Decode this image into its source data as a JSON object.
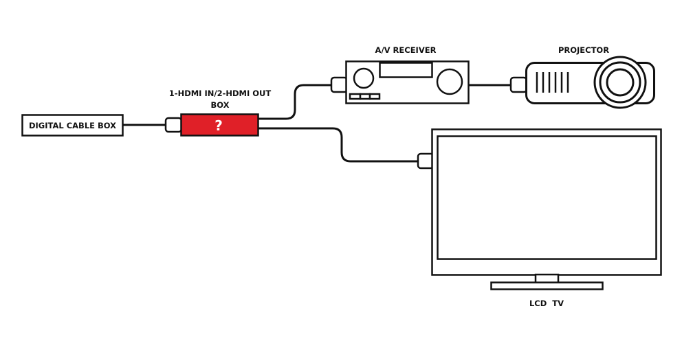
{
  "labels": {
    "cable_box": "DIGITAL CABLE BOX",
    "splitter_line1": "1-HDMI IN/2-HDMI OUT",
    "splitter_line2": "BOX",
    "splitter_symbol": "?",
    "receiver": "A/V RECEIVER",
    "projector": "PROJECTOR",
    "tv": "LCD  TV"
  },
  "colors": {
    "outline": "#111111",
    "splitter_fill": "#e02028",
    "splitter_text": "#ffffff",
    "background": "#ffffff"
  },
  "connections": [
    {
      "from": "DIGITAL CABLE BOX",
      "to": "1-HDMI IN/2-HDMI OUT BOX"
    },
    {
      "from": "1-HDMI IN/2-HDMI OUT BOX",
      "to": "A/V RECEIVER"
    },
    {
      "from": "A/V RECEIVER",
      "to": "PROJECTOR"
    },
    {
      "from": "1-HDMI IN/2-HDMI OUT BOX",
      "to": "LCD  TV"
    }
  ]
}
